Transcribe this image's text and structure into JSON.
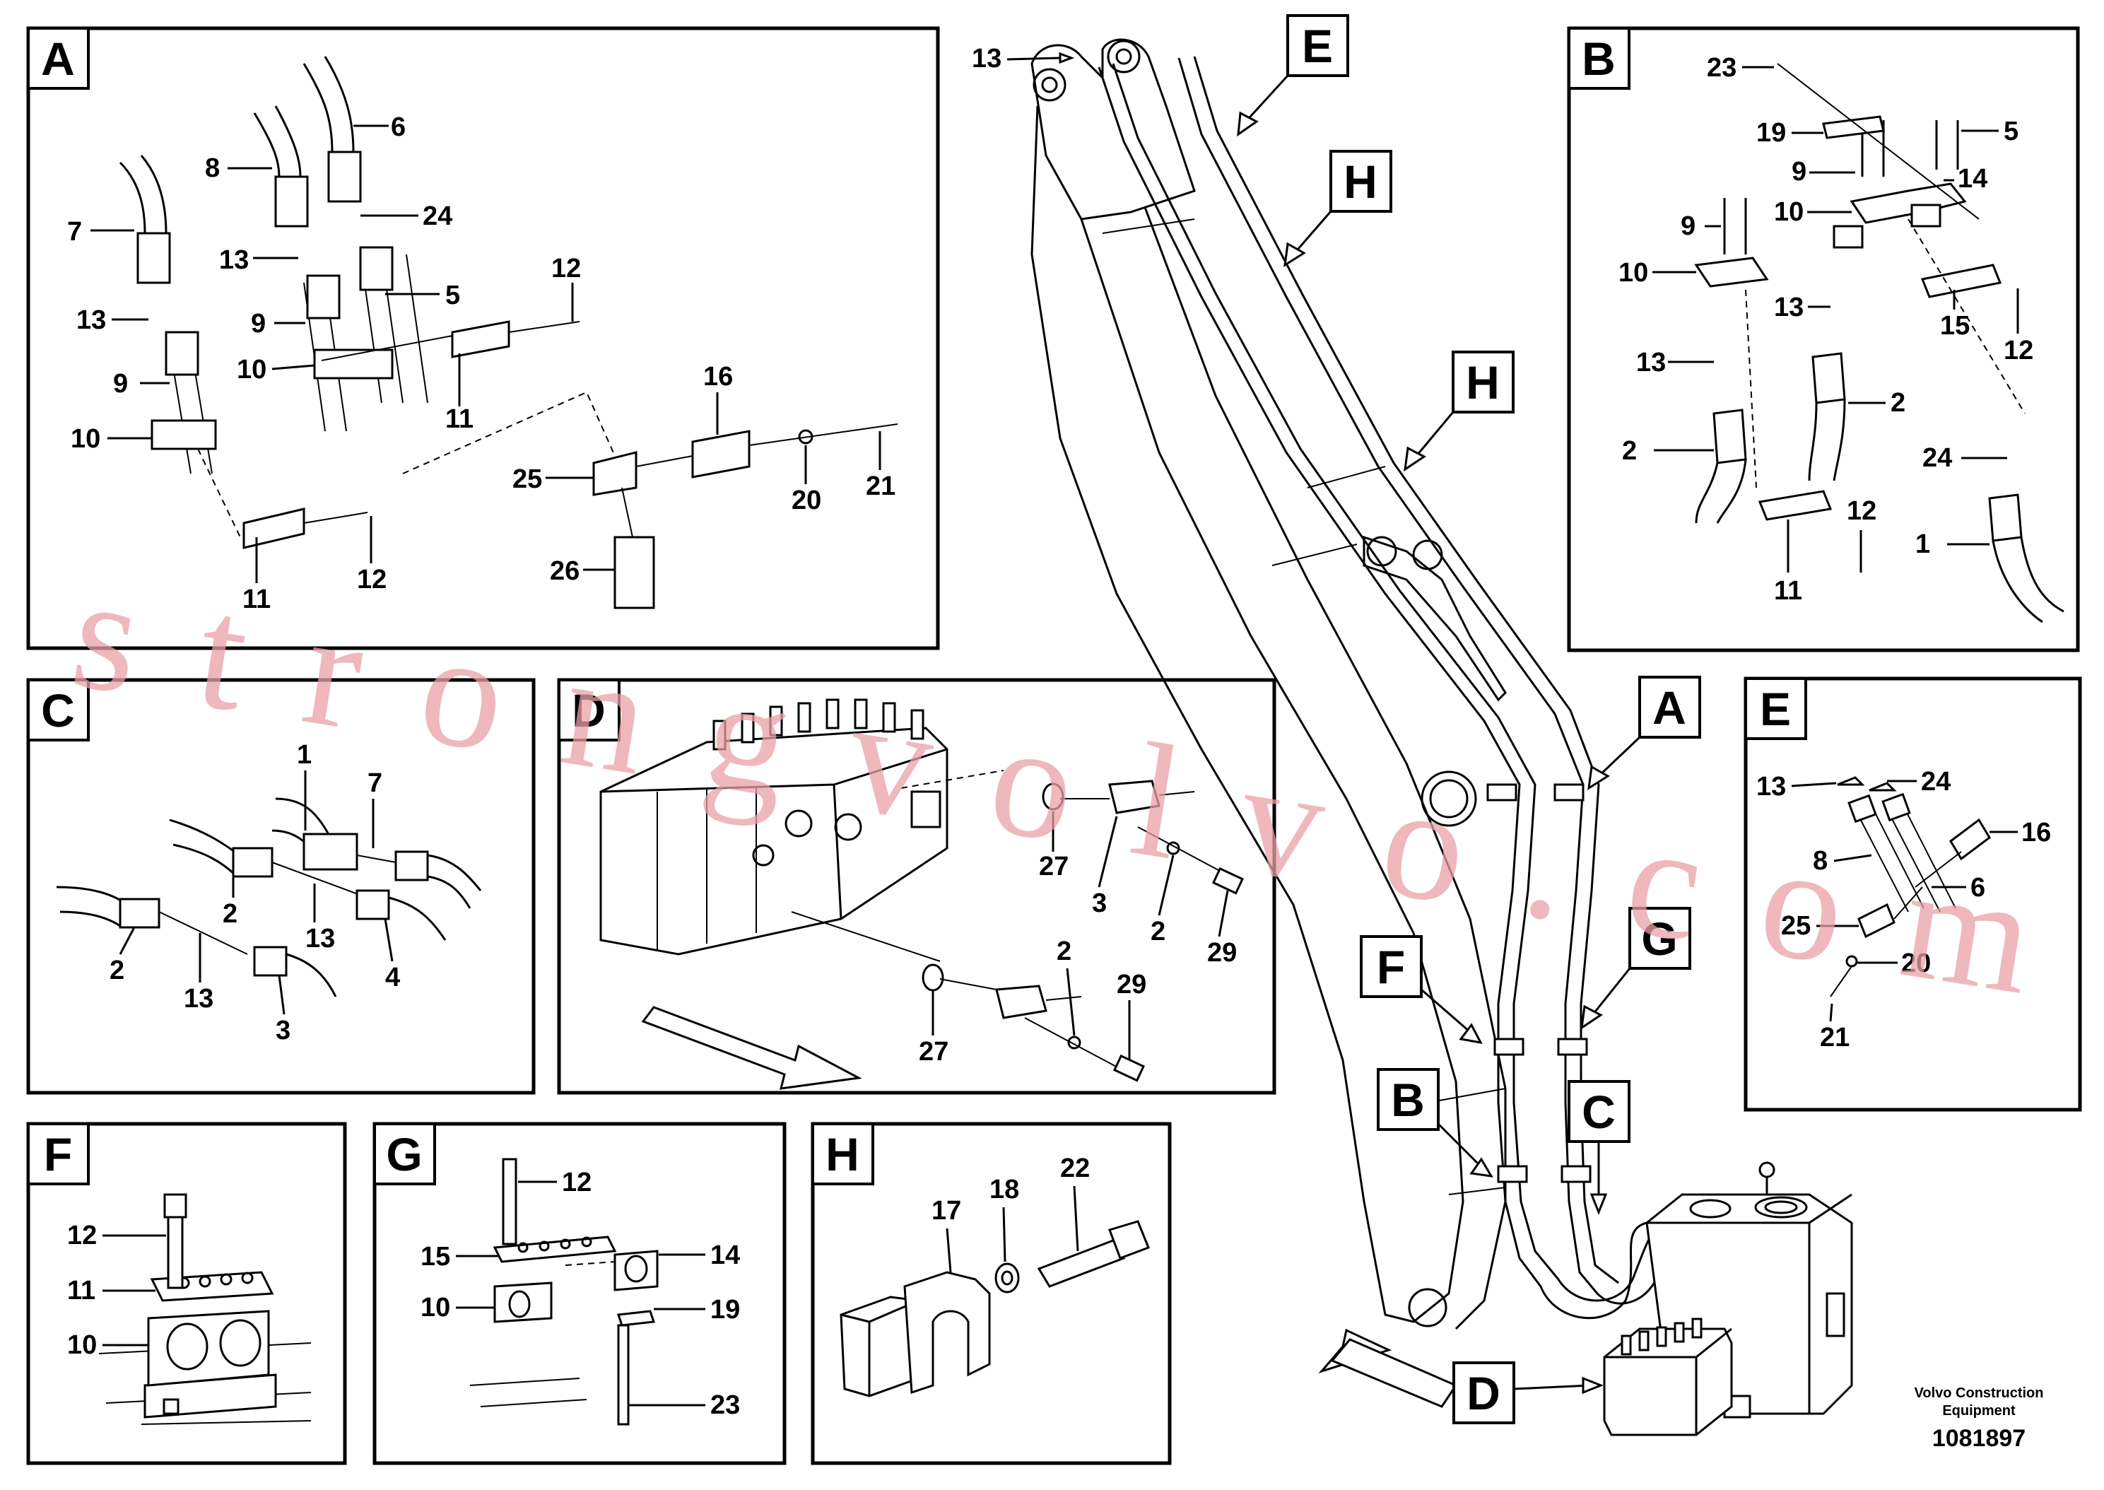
{
  "panels": {
    "A": {
      "letter": "A",
      "labels": [
        "6",
        "8",
        "24",
        "7",
        "13",
        "5",
        "13",
        "9",
        "12",
        "9",
        "10",
        "11",
        "16",
        "10",
        "25",
        "20",
        "21",
        "11",
        "12",
        "26"
      ]
    },
    "B": {
      "letter": "B",
      "labels": [
        "23",
        "19",
        "5",
        "9",
        "14",
        "10",
        "9",
        "10",
        "13",
        "15",
        "12",
        "13",
        "2",
        "2",
        "24",
        "12",
        "1",
        "11"
      ]
    },
    "C": {
      "letter": "C",
      "labels": [
        "1",
        "7",
        "2",
        "13",
        "4",
        "2",
        "13",
        "3"
      ]
    },
    "D": {
      "letter": "D",
      "labels": [
        "27",
        "3",
        "2",
        "29",
        "2",
        "29",
        "27"
      ]
    },
    "E": {
      "letter": "E",
      "labels": [
        "13",
        "24",
        "16",
        "8",
        "6",
        "25",
        "20",
        "21"
      ]
    },
    "F": {
      "letter": "F",
      "labels": [
        "12",
        "11",
        "10"
      ]
    },
    "G": {
      "letter": "G",
      "labels": [
        "12",
        "15",
        "14",
        "10",
        "19",
        "23"
      ]
    },
    "H": {
      "letter": "H",
      "labels": [
        "17",
        "18",
        "22"
      ]
    }
  },
  "main_callouts": {
    "part_13": "13",
    "E": "E",
    "H_upper": "H",
    "H_lower": "H",
    "A": "A",
    "G": "G",
    "F": "F",
    "B": "B",
    "C": "C",
    "D": "D"
  },
  "footer": {
    "brand_line1": "Volvo Construction",
    "brand_line2": "Equipment",
    "doc_number": "1081897"
  },
  "watermark": "strongvolvo.com"
}
